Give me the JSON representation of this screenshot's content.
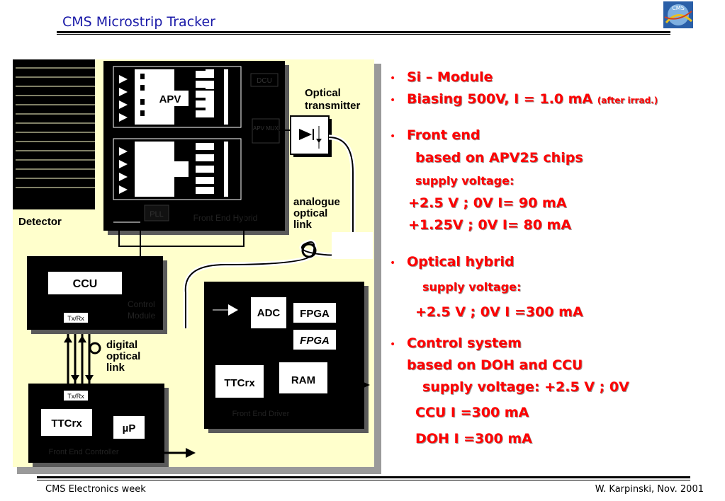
{
  "header": {
    "title": "CMS Microstrip Tracker",
    "logo_text": "CMS"
  },
  "diagram": {
    "apv": "APV",
    "dcu": "DCU",
    "apv_mux": "APV MUX",
    "pll": "PLL",
    "front_end_hybrid": "Front End Hybrid",
    "optical_transmitter_1": "Optical",
    "optical_transmitter_2": "transmitter",
    "analogue_1": "analogue",
    "analogue_2": "optical",
    "analogue_3": "link",
    "detector": "Detector",
    "ccu": "CCU",
    "txrx_1": "Tx/Rx",
    "control_module_1": "Control",
    "control_module_2": "Module",
    "digital_1": "digital",
    "digital_2": "optical",
    "digital_3": "link",
    "adc": "ADC",
    "fpga1": "FPGA",
    "fpga2": "FPGA",
    "ttcrx_1": "TTCrx",
    "ram": "RAM",
    "fed": "Front End Driver",
    "txrx_2": "Tx/Rx",
    "ttcrx_2": "TTCrx",
    "up": "µP",
    "fec": "Front End Controller"
  },
  "bullets": {
    "b1": "Si – Module",
    "b2a": "Biasing  500V, I = 1.0 mA",
    "b2b": "(after irrad.)",
    "b3": "Front end",
    "b3a": "based on APV25 chips",
    "b3b": "supply voltage:",
    "b3c": "+2.5 V ; 0V   I= 90 mA",
    "b3d": "+1.25V ; 0V  I= 80 mA",
    "b4": "Optical hybrid",
    "b4a": "supply voltage:",
    "b4b": "+2.5 V ; 0V  I =300 mA",
    "b5": "Control system",
    "b5a": "based on DOH and CCU",
    "b5b": "supply voltage:  +2.5 V ; 0V",
    "b5c": "CCU    I =300 mA",
    "b5d": "DOH   I =300 mA"
  },
  "footer": {
    "left": "CMS Electronics week",
    "right": "W. Karpinski, Nov. 2001"
  }
}
